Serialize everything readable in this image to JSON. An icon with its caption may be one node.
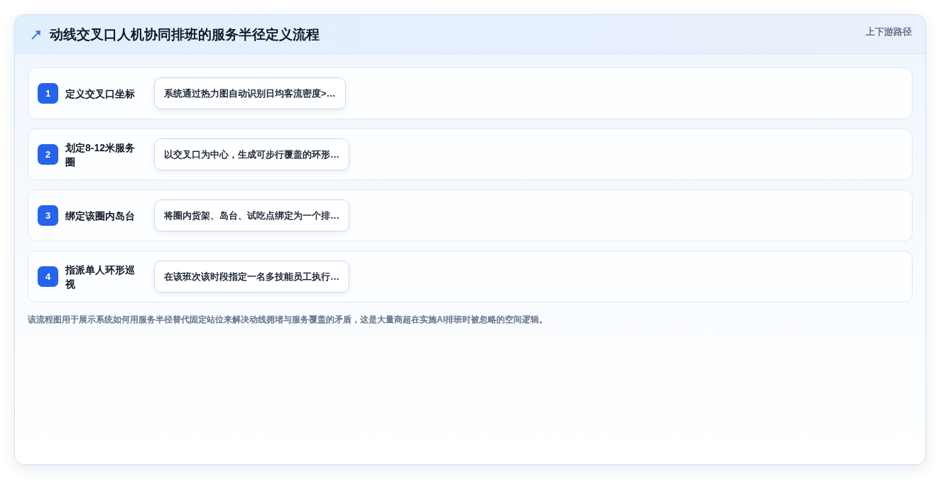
{
  "diagram": {
    "title": "动线交叉口人机协同排班的服务半径定义流程",
    "caption": "该流程图用于展示系统如何用服务半径替代固定站位来解决动线拥堵与服务覆盖的矛盾，这是大量商超在实施AI排班时被忽略的空间逻辑。",
    "nodes": [
      {
        "text": [
          "定义交叉口坐标"
        ]
      },
      {
        "text": [
          "1"
        ],
        "in": 0
      },
      {
        "text": [
          "系统通过热力图自动识别日均客流密度>…"
        ],
        "in": 0
      },
      {
        "text": [
          "划定8-12米服务圈"
        ]
      },
      {
        "text": [
          "2"
        ],
        "in": 3
      },
      {
        "text": [
          "以交叉口为中心，生成可步行覆盖的环形…"
        ],
        "in": 3
      },
      {
        "text": [
          "绑定该圈内岛台"
        ]
      },
      {
        "text": [
          "3"
        ],
        "in": 6
      },
      {
        "text": [
          "将圈内货架、岛台、试吃点绑定为一个排…"
        ],
        "in": 6
      },
      {
        "text": [
          "指派单人环形巡视"
        ]
      },
      {
        "text": [
          "4"
        ],
        "in": 9
      },
      {
        "text": [
          "在该班次该时段指定一名多技能员工执行…"
        ],
        "in": 9
      }
    ],
    "labels": [
      "上下游路径"
    ]
  }
}
